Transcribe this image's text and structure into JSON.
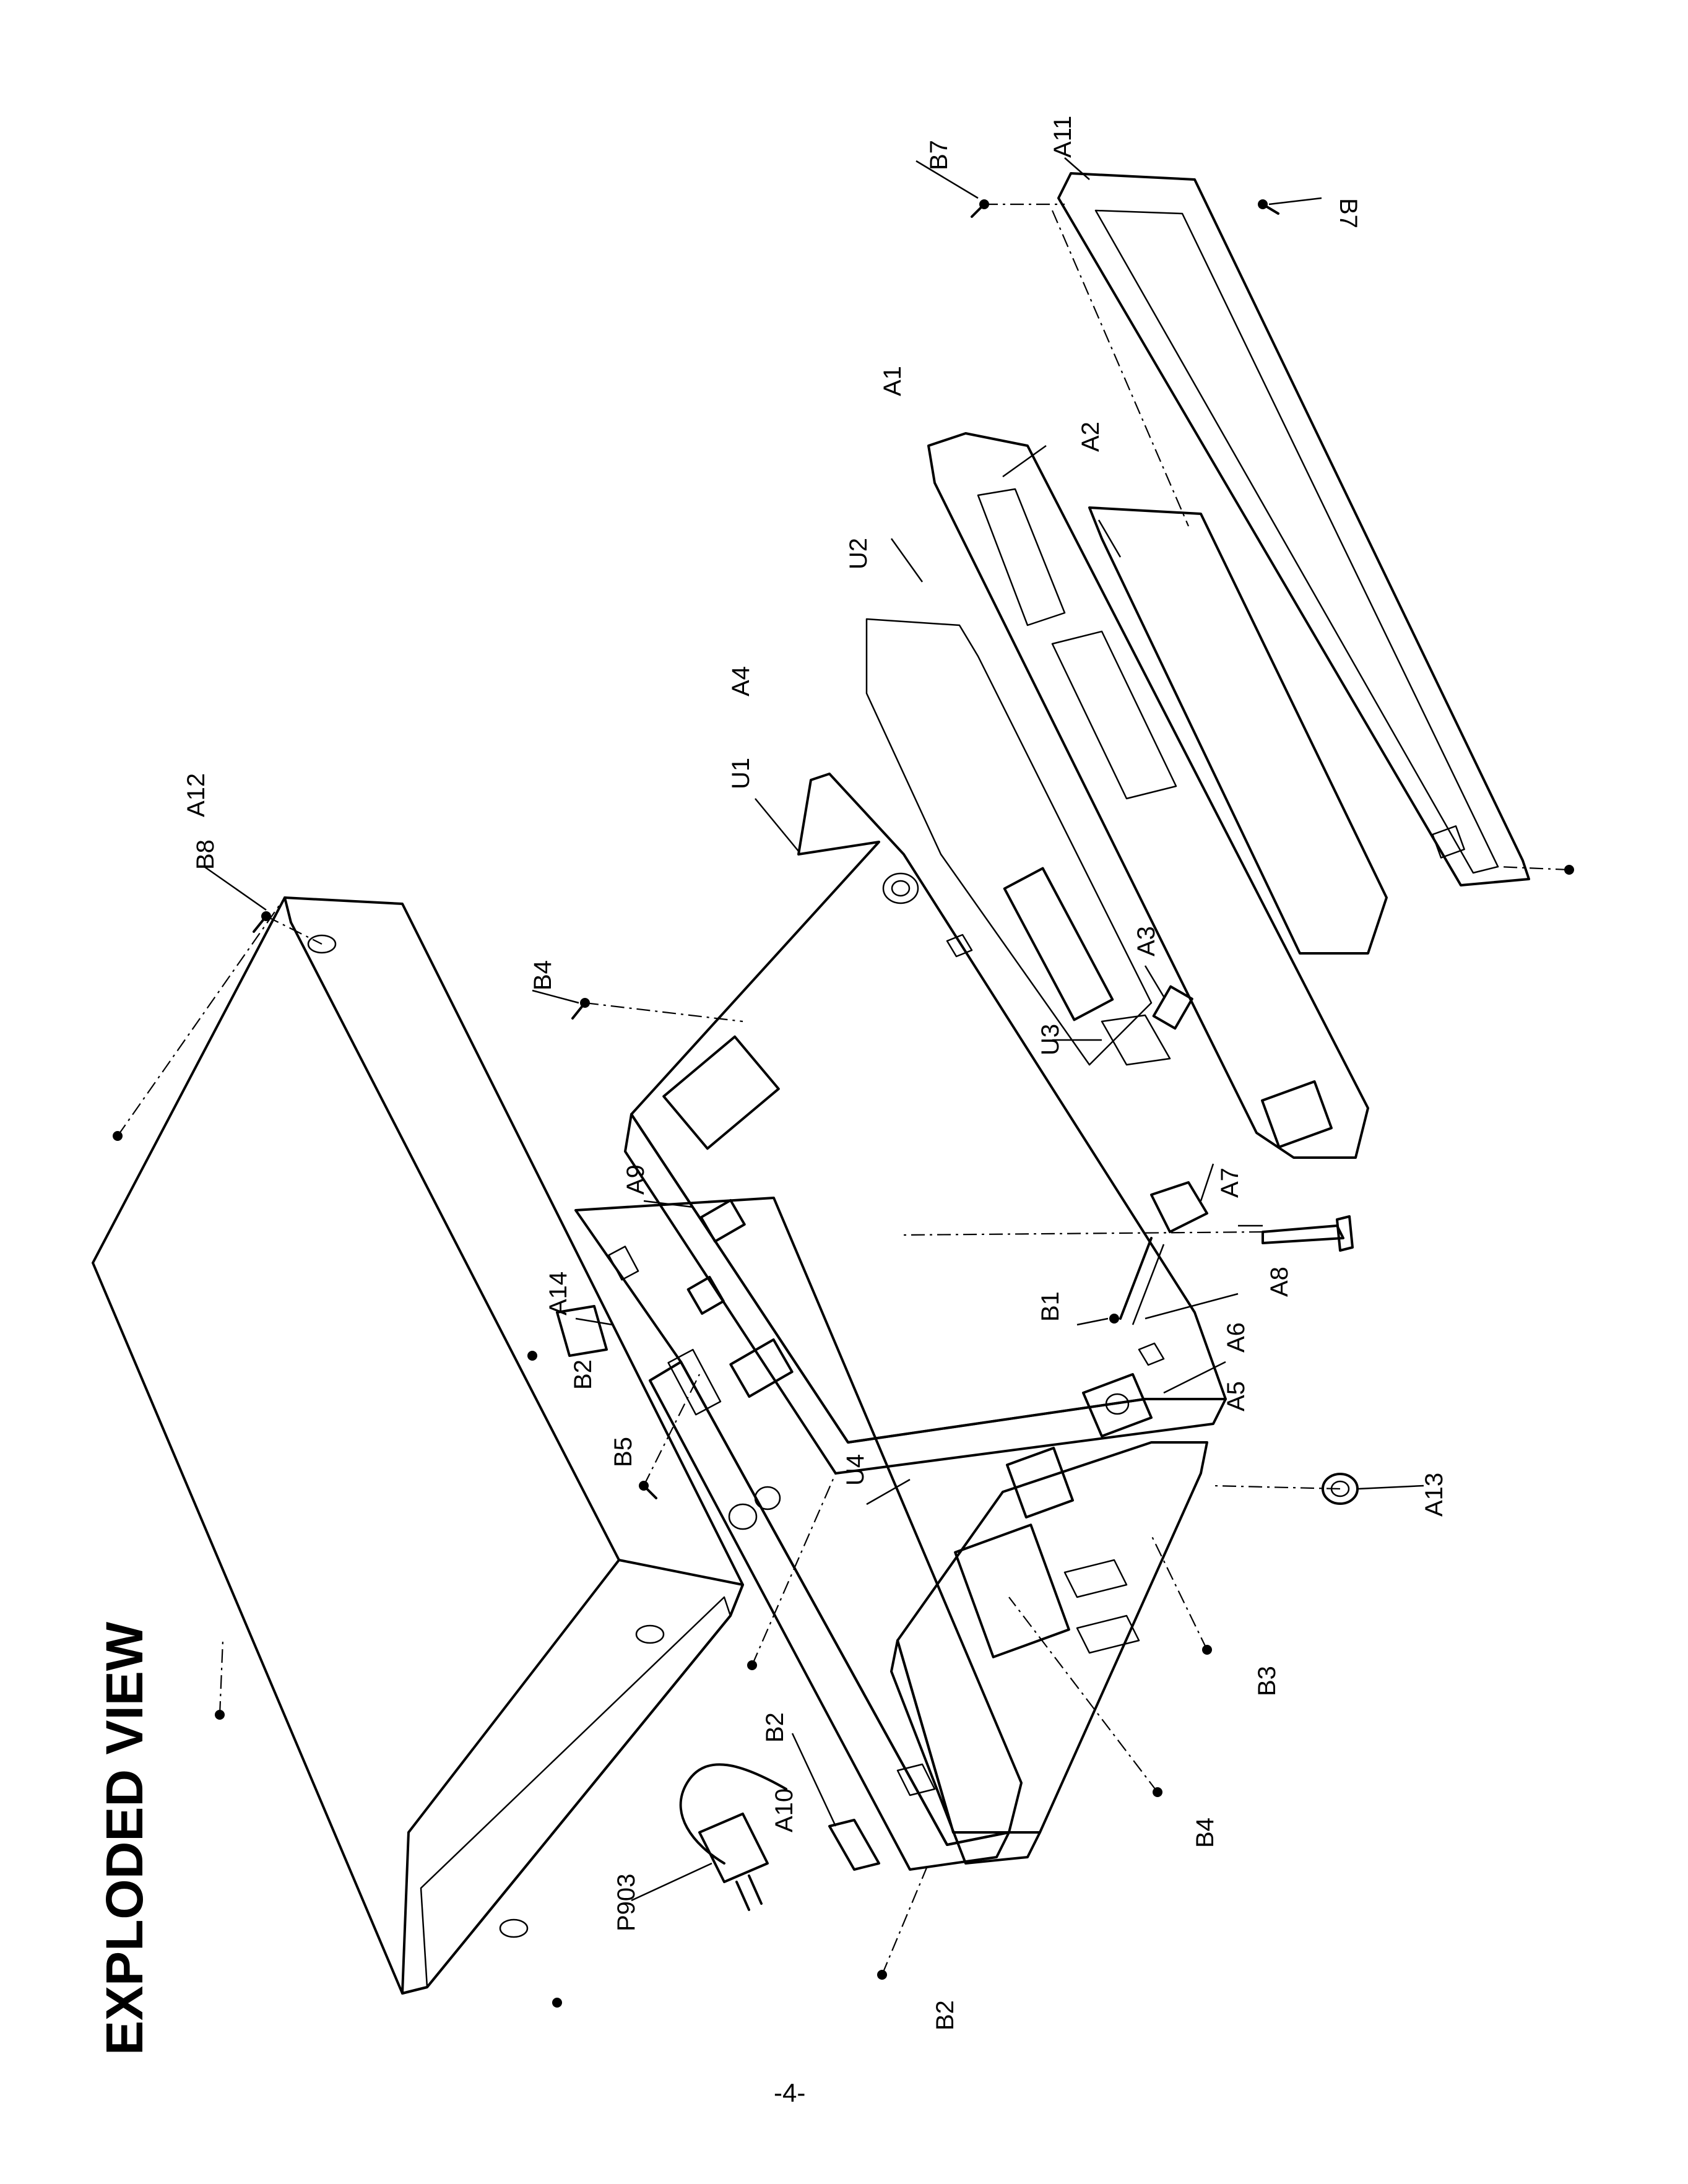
{
  "title": "EXPLODED VIEW",
  "page_number": "-4-",
  "part_labels": {
    "A1": "A1",
    "A2": "A2",
    "A3": "A3",
    "A4": "A4",
    "A5": "A5",
    "A6": "A6",
    "A7": "A7",
    "A8": "A8",
    "A9": "A9",
    "A10": "A10",
    "A11": "A11",
    "A12": "A12",
    "A13": "A13",
    "A14": "A14",
    "B1": "B1",
    "B2": "B2",
    "B3": "B3",
    "B4": "B4",
    "B5": "B5",
    "B7": "B7",
    "B8": "B8",
    "U1": "U1",
    "U2": "U2",
    "U3": "U3",
    "U4": "U4",
    "P903": "P903"
  }
}
